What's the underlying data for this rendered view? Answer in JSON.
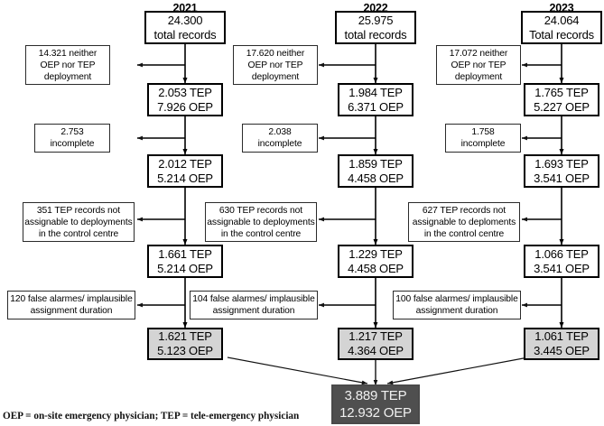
{
  "figure": {
    "type": "flowchart",
    "footnote": "OEP = on-site emergency physician; TEP = tele-emergency physician"
  },
  "columns": [
    {
      "year": "2021",
      "total": {
        "line1": "24.300",
        "line2": "total records"
      },
      "excl1": {
        "line1": "14.321 neither",
        "line2": "OEP nor TEP",
        "line3": "deployment"
      },
      "step1": {
        "line1": "2.053 TEP",
        "line2": "7.926 OEP"
      },
      "excl2": {
        "line1": "2.753",
        "line2": "incomplete"
      },
      "step2": {
        "line1": "2.012 TEP",
        "line2": "5.214 OEP"
      },
      "excl3": {
        "line1": "351 TEP records not",
        "line2": "assignable to deployments",
        "line3": "in the control centre"
      },
      "step3": {
        "line1": "1.661 TEP",
        "line2": "5.214 OEP"
      },
      "excl4": {
        "line1": "120 false alarmes/ implausible",
        "line2": "assignment duration"
      },
      "result": {
        "line1": "1.621 TEP",
        "line2": "5.123 OEP"
      }
    },
    {
      "year": "2022",
      "total": {
        "line1": "25.975",
        "line2": "total records"
      },
      "excl1": {
        "line1": "17.620 neither",
        "line2": "OEP nor TEP",
        "line3": "deployment"
      },
      "step1": {
        "line1": "1.984 TEP",
        "line2": "6.371 OEP"
      },
      "excl2": {
        "line1": "2.038",
        "line2": "incomplete"
      },
      "step2": {
        "line1": "1.859 TEP",
        "line2": "4.458 OEP"
      },
      "excl3": {
        "line1": "630 TEP records not",
        "line2": "assignable to deployments",
        "line3": "in the control centre"
      },
      "step3": {
        "line1": "1.229 TEP",
        "line2": "4.458 OEP"
      },
      "excl4": {
        "line1": "104 false alarmes/ implausible",
        "line2": "assignment duration"
      },
      "result": {
        "line1": "1.217 TEP",
        "line2": "4.364 OEP"
      }
    },
    {
      "year": "2023",
      "total": {
        "line1": "24.064",
        "line2": "Total records"
      },
      "excl1": {
        "line1": "17.072 neither",
        "line2": "OEP nor TEP",
        "line3": "deployment"
      },
      "step1": {
        "line1": "1.765 TEP",
        "line2": "5.227 OEP"
      },
      "excl2": {
        "line1": "1.758",
        "line2": "incomplete"
      },
      "step2": {
        "line1": "1.693 TEP",
        "line2": "3.541 OEP"
      },
      "excl3": {
        "line1": "627 TEP records not",
        "line2": "assignable to deploments",
        "line3": "in the control centre"
      },
      "step3": {
        "line1": "1.066 TEP",
        "line2": "3.541 OEP"
      },
      "excl4": {
        "line1": "100 false alarmes/ implausible",
        "line2": "assignment duration"
      },
      "result": {
        "line1": "1.061 TEP",
        "line2": "3.445 OEP"
      }
    }
  ],
  "final": {
    "line1": "3.889 TEP",
    "line2": "12.932 OEP"
  }
}
